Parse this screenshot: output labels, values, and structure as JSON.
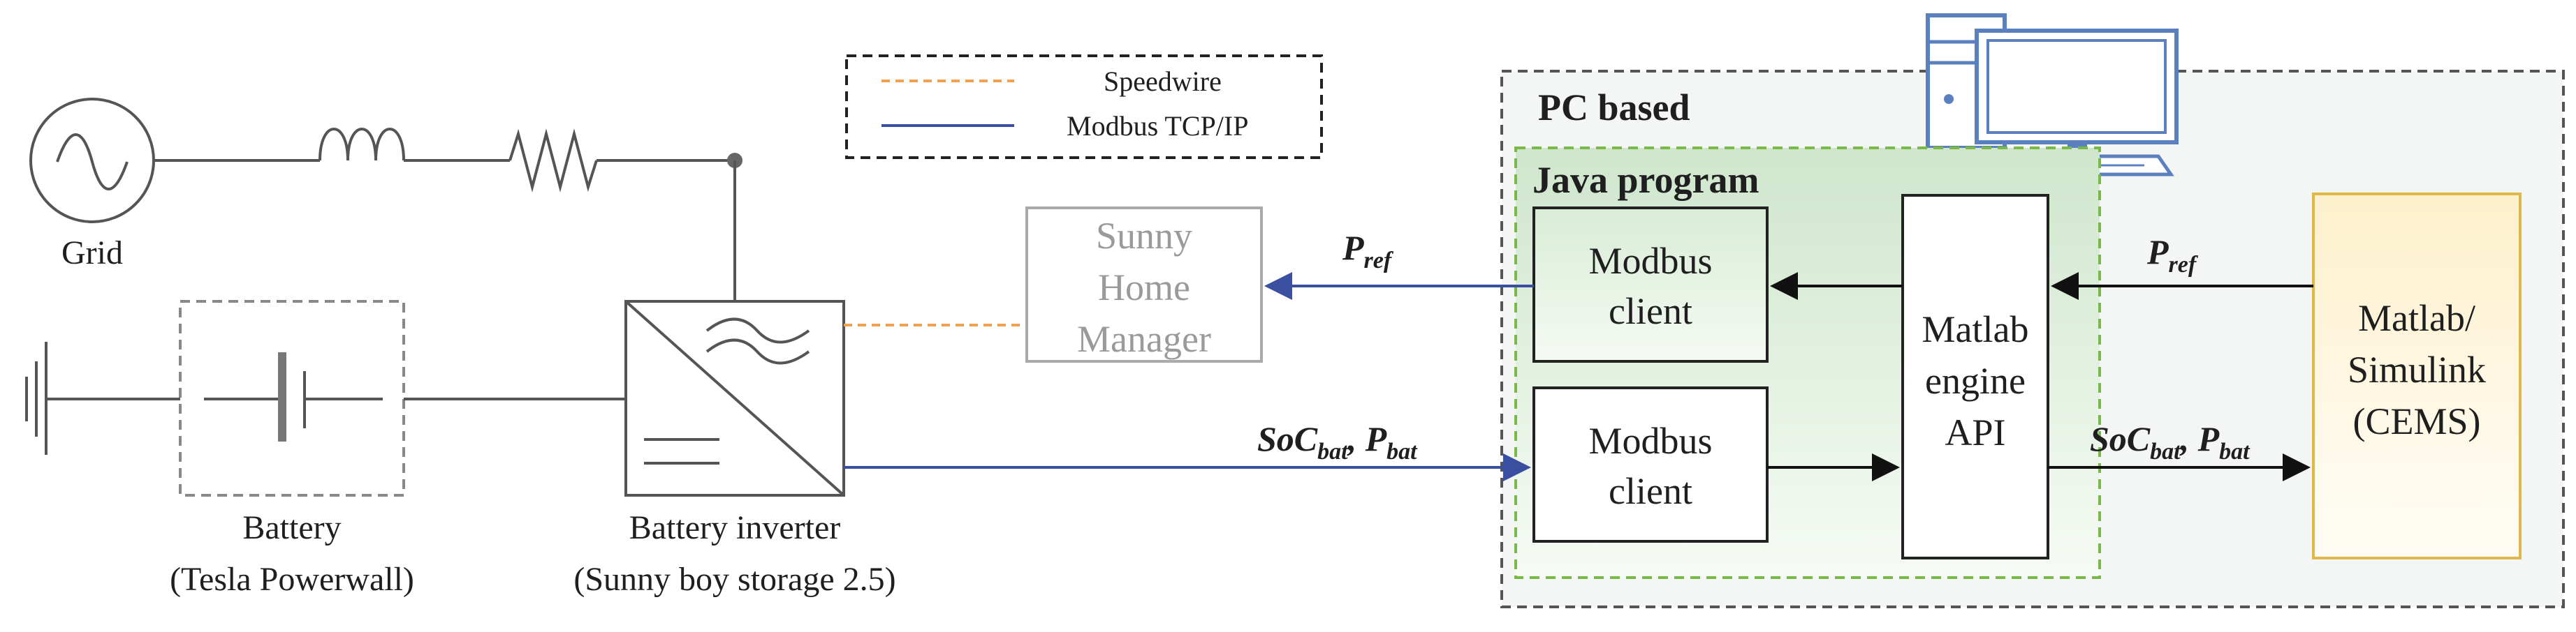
{
  "legend": {
    "speedwire": "Speedwire",
    "modbus": "Modbus TCP/IP"
  },
  "labels": {
    "grid": "Grid",
    "battery_line1": "Battery",
    "battery_line2": "(Tesla Powerwall)",
    "inverter_line1": "Battery inverter",
    "inverter_line2": "(Sunny boy storage 2.5)",
    "shm_line1": "Sunny",
    "shm_line2": "Home",
    "shm_line3": "Manager",
    "pc_based": "PC based",
    "java_program": "Java program",
    "modbus_client_top_1": "Modbus",
    "modbus_client_top_2": "client",
    "modbus_client_bottom_1": "Modbus",
    "modbus_client_bottom_2": "client",
    "matlab_engine_1": "Matlab",
    "matlab_engine_2": "engine",
    "matlab_engine_3": "API",
    "cems_1": "Matlab/",
    "cems_2": "Simulink",
    "cems_3": "(CEMS)"
  },
  "signals": {
    "p_left_base": "P",
    "p_left_sub": "ref",
    "soc_left_base": "SoC",
    "soc_left_sub": "bat",
    "soc_left_sep": ", P",
    "soc_left_sub2": "bat",
    "p_right_base": "P",
    "p_right_sub": "ref",
    "soc_right_base": "SoC",
    "soc_right_sub": "bat",
    "soc_right_sep": ", P",
    "soc_right_sub2": "bat"
  },
  "colors": {
    "speedwire": "#f0a050",
    "modbus": "#3a4fa0",
    "pc_border": "#555555",
    "java_border": "#7ab84a",
    "java_fill": "#d6ead3",
    "cems_border": "#e0b84a",
    "cems_fill": "#fdf6dc",
    "monitor": "#5b80c0"
  }
}
